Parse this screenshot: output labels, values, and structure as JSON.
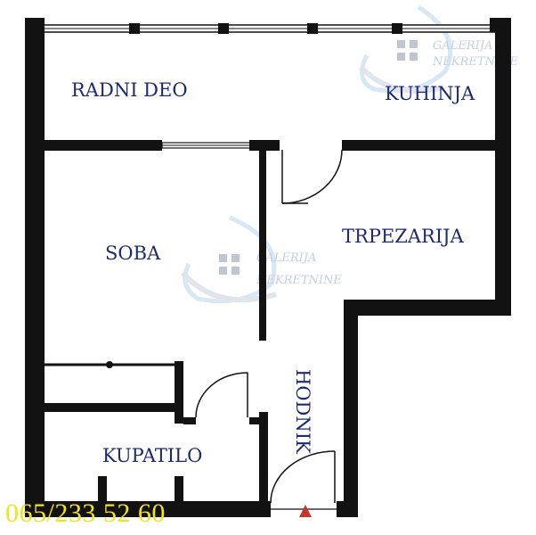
{
  "colors": {
    "wall": "#121212",
    "label": "#1e2a6e",
    "watermark": "#9aa7c7",
    "phone": "#f2e31a",
    "entrance_arrow": "#c0392b"
  },
  "rooms": {
    "radni_deo": "RADNI DEO",
    "kuhinja": "KUHINJA",
    "soba": "SOBA",
    "trpezarija": "TRPEZARIJA",
    "hodnik": "HODNIK",
    "kupatilo": "KUPATILO"
  },
  "watermark": {
    "line1": "GALERIJA",
    "line2": "NEKRETNINE",
    "icon": "grid-logo-icon"
  },
  "contact": {
    "phone": "065/233 52 60"
  }
}
